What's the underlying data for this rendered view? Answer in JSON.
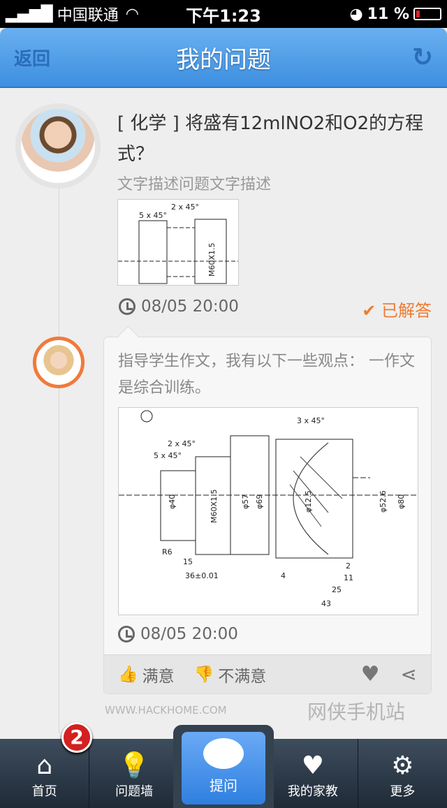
{
  "status": {
    "carrier": "中国联通",
    "time": "下午1:23",
    "battery": "11 %"
  },
  "nav": {
    "back": "返回",
    "title": "我的问题"
  },
  "question": {
    "title": "[ 化学 ] 将盛有12mlNO2和O2的方程式？",
    "desc": "文字描述问题文字描述",
    "time": "08/05 20:00",
    "status": "已解答"
  },
  "answer": {
    "text": "指导学生作文，我有以下一些观点： 一作文是综合训练。",
    "time": "08/05 20:00",
    "satisfied": "满意",
    "unsatisfied": "不满意"
  },
  "drawing_labels": [
    "2 x 45°",
    "5 x 45°",
    "M60X1.5",
    "φ40",
    "3 x 45°",
    "φ57",
    "φ69",
    "36±0.01",
    "15",
    "R6",
    "4",
    "2",
    "11",
    "25",
    "43",
    "φ12.5",
    "φ52.6",
    "φ80"
  ],
  "tabs": [
    {
      "label": "首页",
      "badge": "2"
    },
    {
      "label": "问题墙"
    },
    {
      "label": "提问"
    },
    {
      "label": "我的家教"
    },
    {
      "label": "更多"
    }
  ],
  "watermark": {
    "name": "网侠手机站",
    "url": "WWW.HACKHOME.COM"
  }
}
